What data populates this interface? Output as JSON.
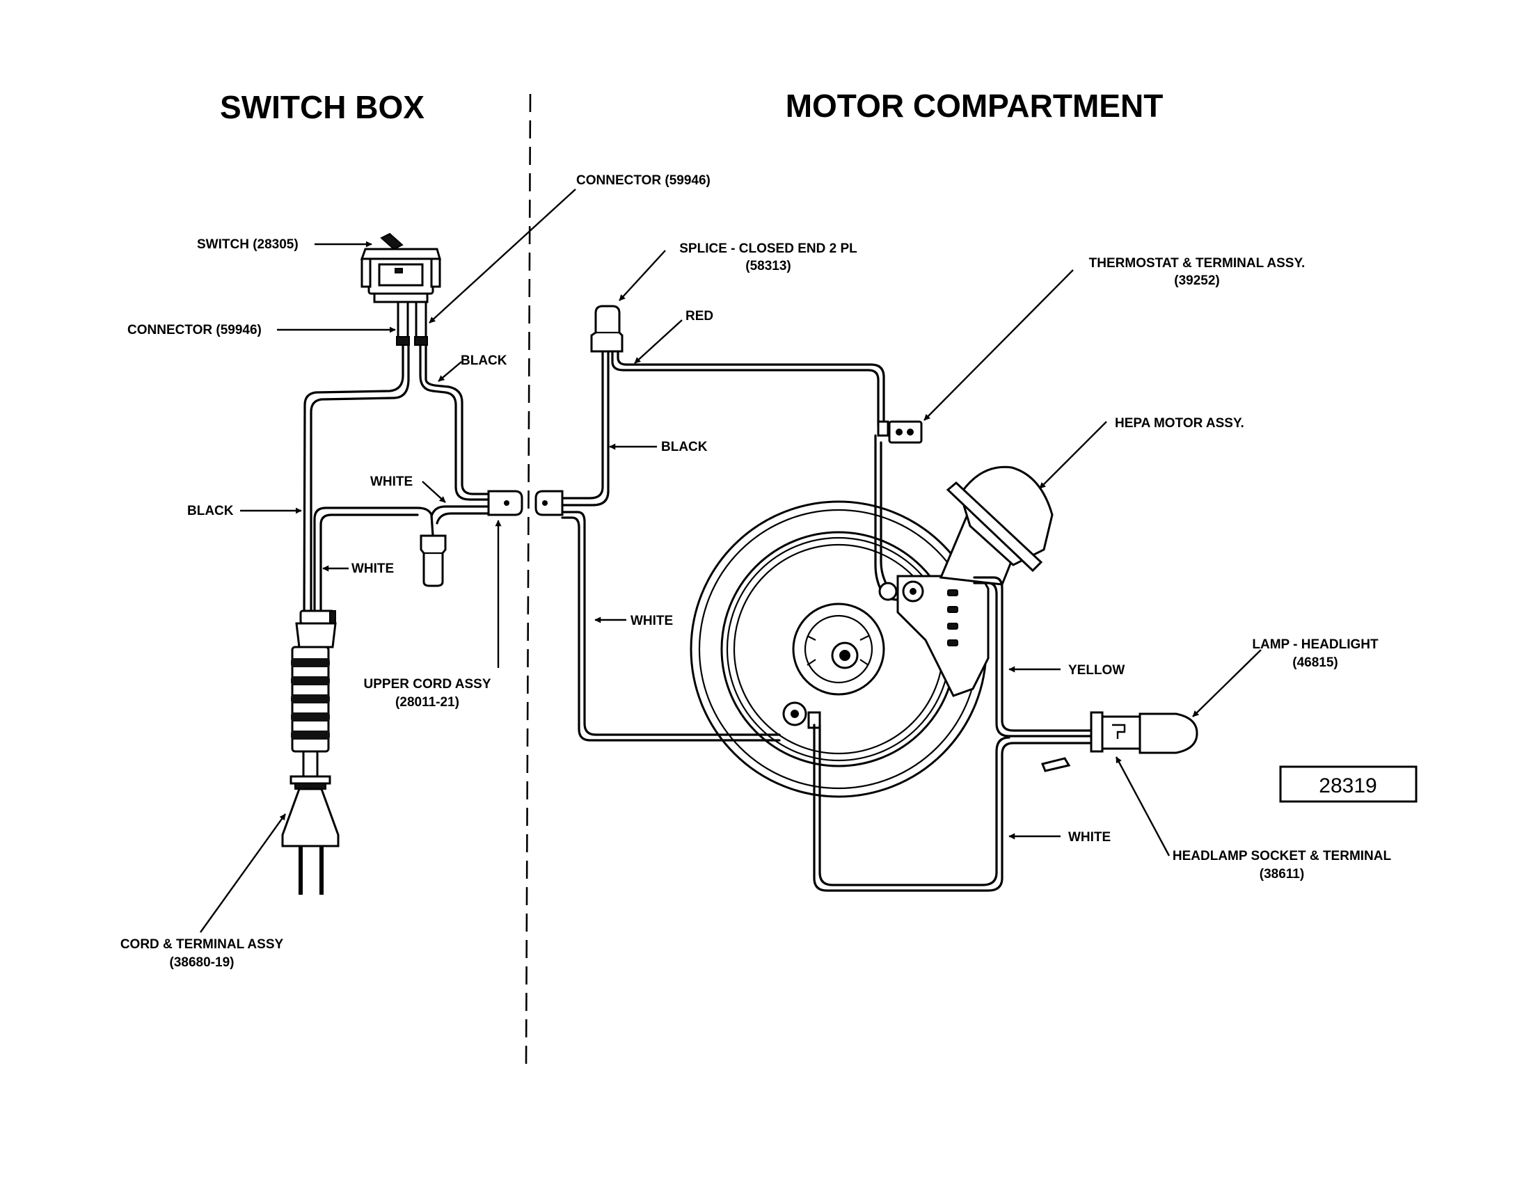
{
  "sections": {
    "switch_box": "SWITCH BOX",
    "motor_compartment": "MOTOR COMPARTMENT"
  },
  "labels": {
    "connector_top": "CONNECTOR (59946)",
    "switch": "SWITCH (28305)",
    "connector_left": "CONNECTOR (59946)",
    "black_switch": "BLACK",
    "white_switch": "WHITE",
    "black_left": "BLACK",
    "white_left": "WHITE",
    "upper_cord_line1": "UPPER CORD ASSY",
    "upper_cord_line2": "(28011-21)",
    "cord_line1": "CORD & TERMINAL ASSY",
    "cord_line2": "(38680-19)",
    "splice_line1": "SPLICE - CLOSED END 2 PL",
    "splice_line2": "(58313)",
    "red": "RED",
    "black_motor": "BLACK",
    "thermostat_line1": "THERMOSTAT & TERMINAL ASSY.",
    "thermostat_line2": "(39252)",
    "hepa": "HEPA MOTOR ASSY.",
    "white_motor": "WHITE",
    "yellow": "YELLOW",
    "lamp_line1": "LAMP - HEADLIGHT",
    "lamp_line2": "(46815)",
    "white_bottom": "WHITE",
    "socket_line1": "HEADLAMP SOCKET & TERMINAL",
    "socket_line2": "(38611)"
  },
  "part_number": "28319"
}
